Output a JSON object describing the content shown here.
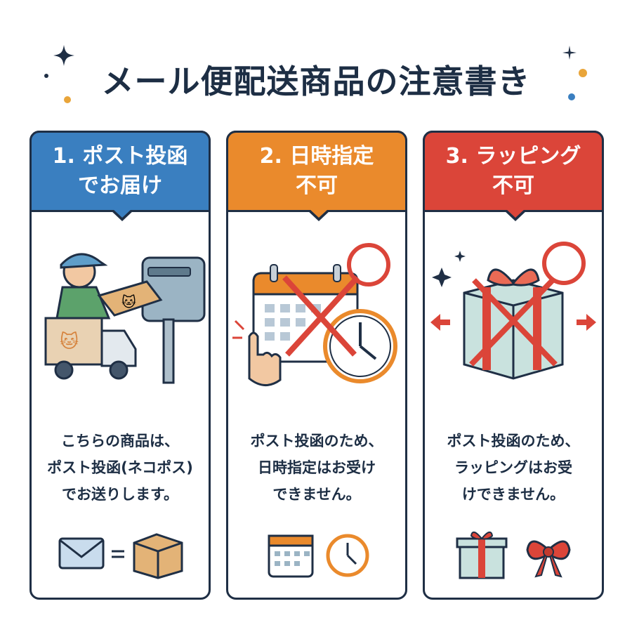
{
  "title": "メール便配送商品の注意書き",
  "colors": {
    "blue": "#3a7fc0",
    "orange": "#ea8a2c",
    "red": "#db4539",
    "navy": "#1f2f45"
  },
  "cards": [
    {
      "heading": [
        "1. ポスト投函",
        "でお届け"
      ],
      "color": "#3a7fc0",
      "illustration": "postman-mailbox-truck-icon",
      "description": [
        "こちらの商品は、",
        "ポスト投函(ネコポス)",
        "でお送りします。"
      ],
      "bottom_icons": [
        "envelope-icon",
        "arrow-icon",
        "cardboard-box-icon"
      ]
    },
    {
      "heading": [
        "2. 日時指定",
        "不可"
      ],
      "color": "#ea8a2c",
      "illustration": "calendar-clock-prohibited-icon",
      "description": [
        "ポスト投函のため、",
        "日時指定はお受け",
        "できません。"
      ],
      "bottom_icons": [
        "calendar-icon",
        "clock-icon"
      ]
    },
    {
      "heading": [
        "3. ラッピング",
        "不可"
      ],
      "color": "#db4539",
      "illustration": "gift-box-prohibited-icon",
      "description": [
        "ポスト投函のため、",
        "ラッピングはお受",
        "けできません。"
      ],
      "bottom_icons": [
        "gift-box-icon",
        "ribbon-bow-icon"
      ]
    }
  ]
}
